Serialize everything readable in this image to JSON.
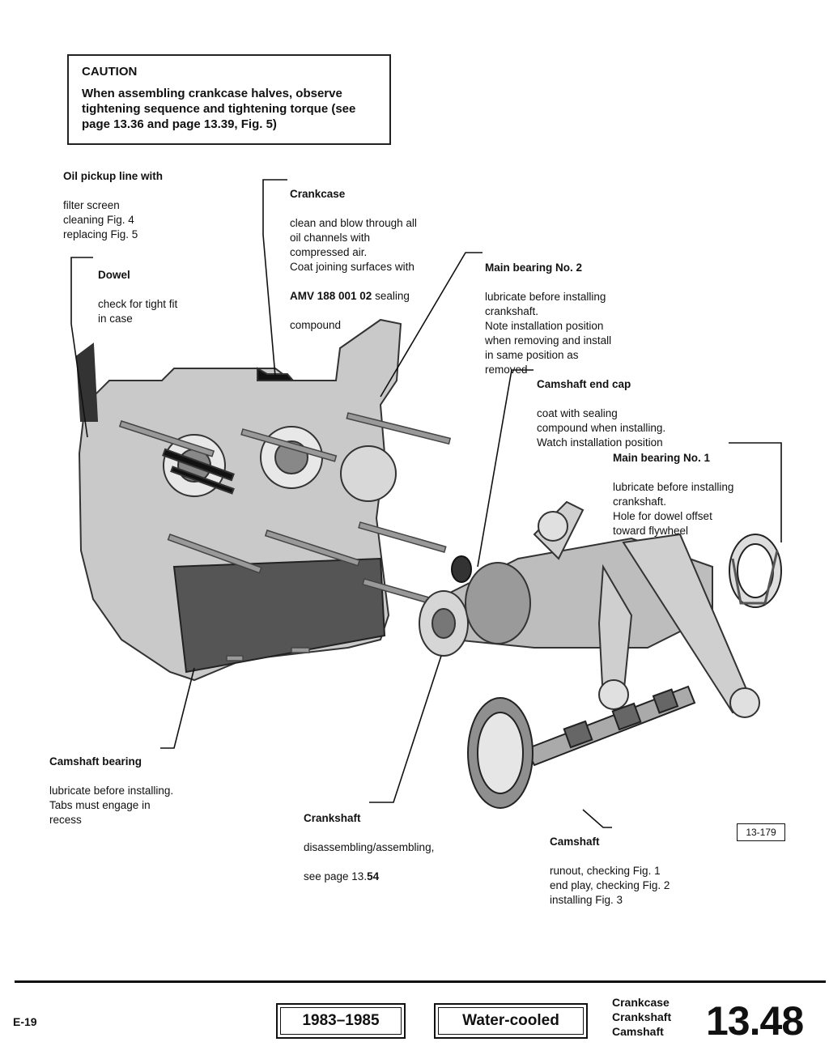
{
  "caution": {
    "title": "CAUTION",
    "body": "When assembling crankcase halves, observe tightening sequence and tightening torque (see page 13.36 and page 13.39, Fig. 5)"
  },
  "callouts": {
    "oil_pickup": {
      "title": "Oil pickup line with",
      "desc": "filter screen\ncleaning Fig. 4\nreplacing Fig. 5"
    },
    "dowel": {
      "title": "Dowel",
      "desc": "check for tight fit\nin case"
    },
    "crankcase": {
      "title": "Crankcase",
      "desc": "clean and blow through all\noil channels with\ncompressed air.\nCoat joining surfaces with",
      "part_no": "AMV 188 001 02",
      "desc2": "sealing",
      "desc3": "compound"
    },
    "main_bearing_2": {
      "title": "Main bearing No. 2",
      "desc": "lubricate before installing\ncrankshaft.\nNote installation position\nwhen removing and install\nin same position as\nremoved"
    },
    "camshaft_end_cap": {
      "title": "Camshaft end cap",
      "desc": "coat with sealing\ncompound when installing.\nWatch installation position"
    },
    "main_bearing_1": {
      "title": "Main bearing No. 1",
      "desc": "lubricate before installing\ncrankshaft.\nHole for dowel offset\ntoward flywheel"
    },
    "camshaft_bearing": {
      "title": "Camshaft bearing",
      "desc": "lubricate before installing.\nTabs must engage in\nrecess"
    },
    "crankshaft": {
      "title": "Crankshaft",
      "desc": "disassembling/assembling,",
      "desc2": "see page 13.",
      "page_bold": "54"
    },
    "camshaft": {
      "title": "Camshaft",
      "desc": "runout, checking Fig. 1\nend play, checking Fig. 2\ninstalling Fig. 3"
    }
  },
  "figure_ref": "13-179",
  "footer": {
    "page_code": "E-19",
    "years": "1983–1985",
    "engine": "Water-cooled",
    "topics": [
      "Crankcase",
      "Crankshaft",
      "Camshaft"
    ],
    "section": "13.48"
  }
}
